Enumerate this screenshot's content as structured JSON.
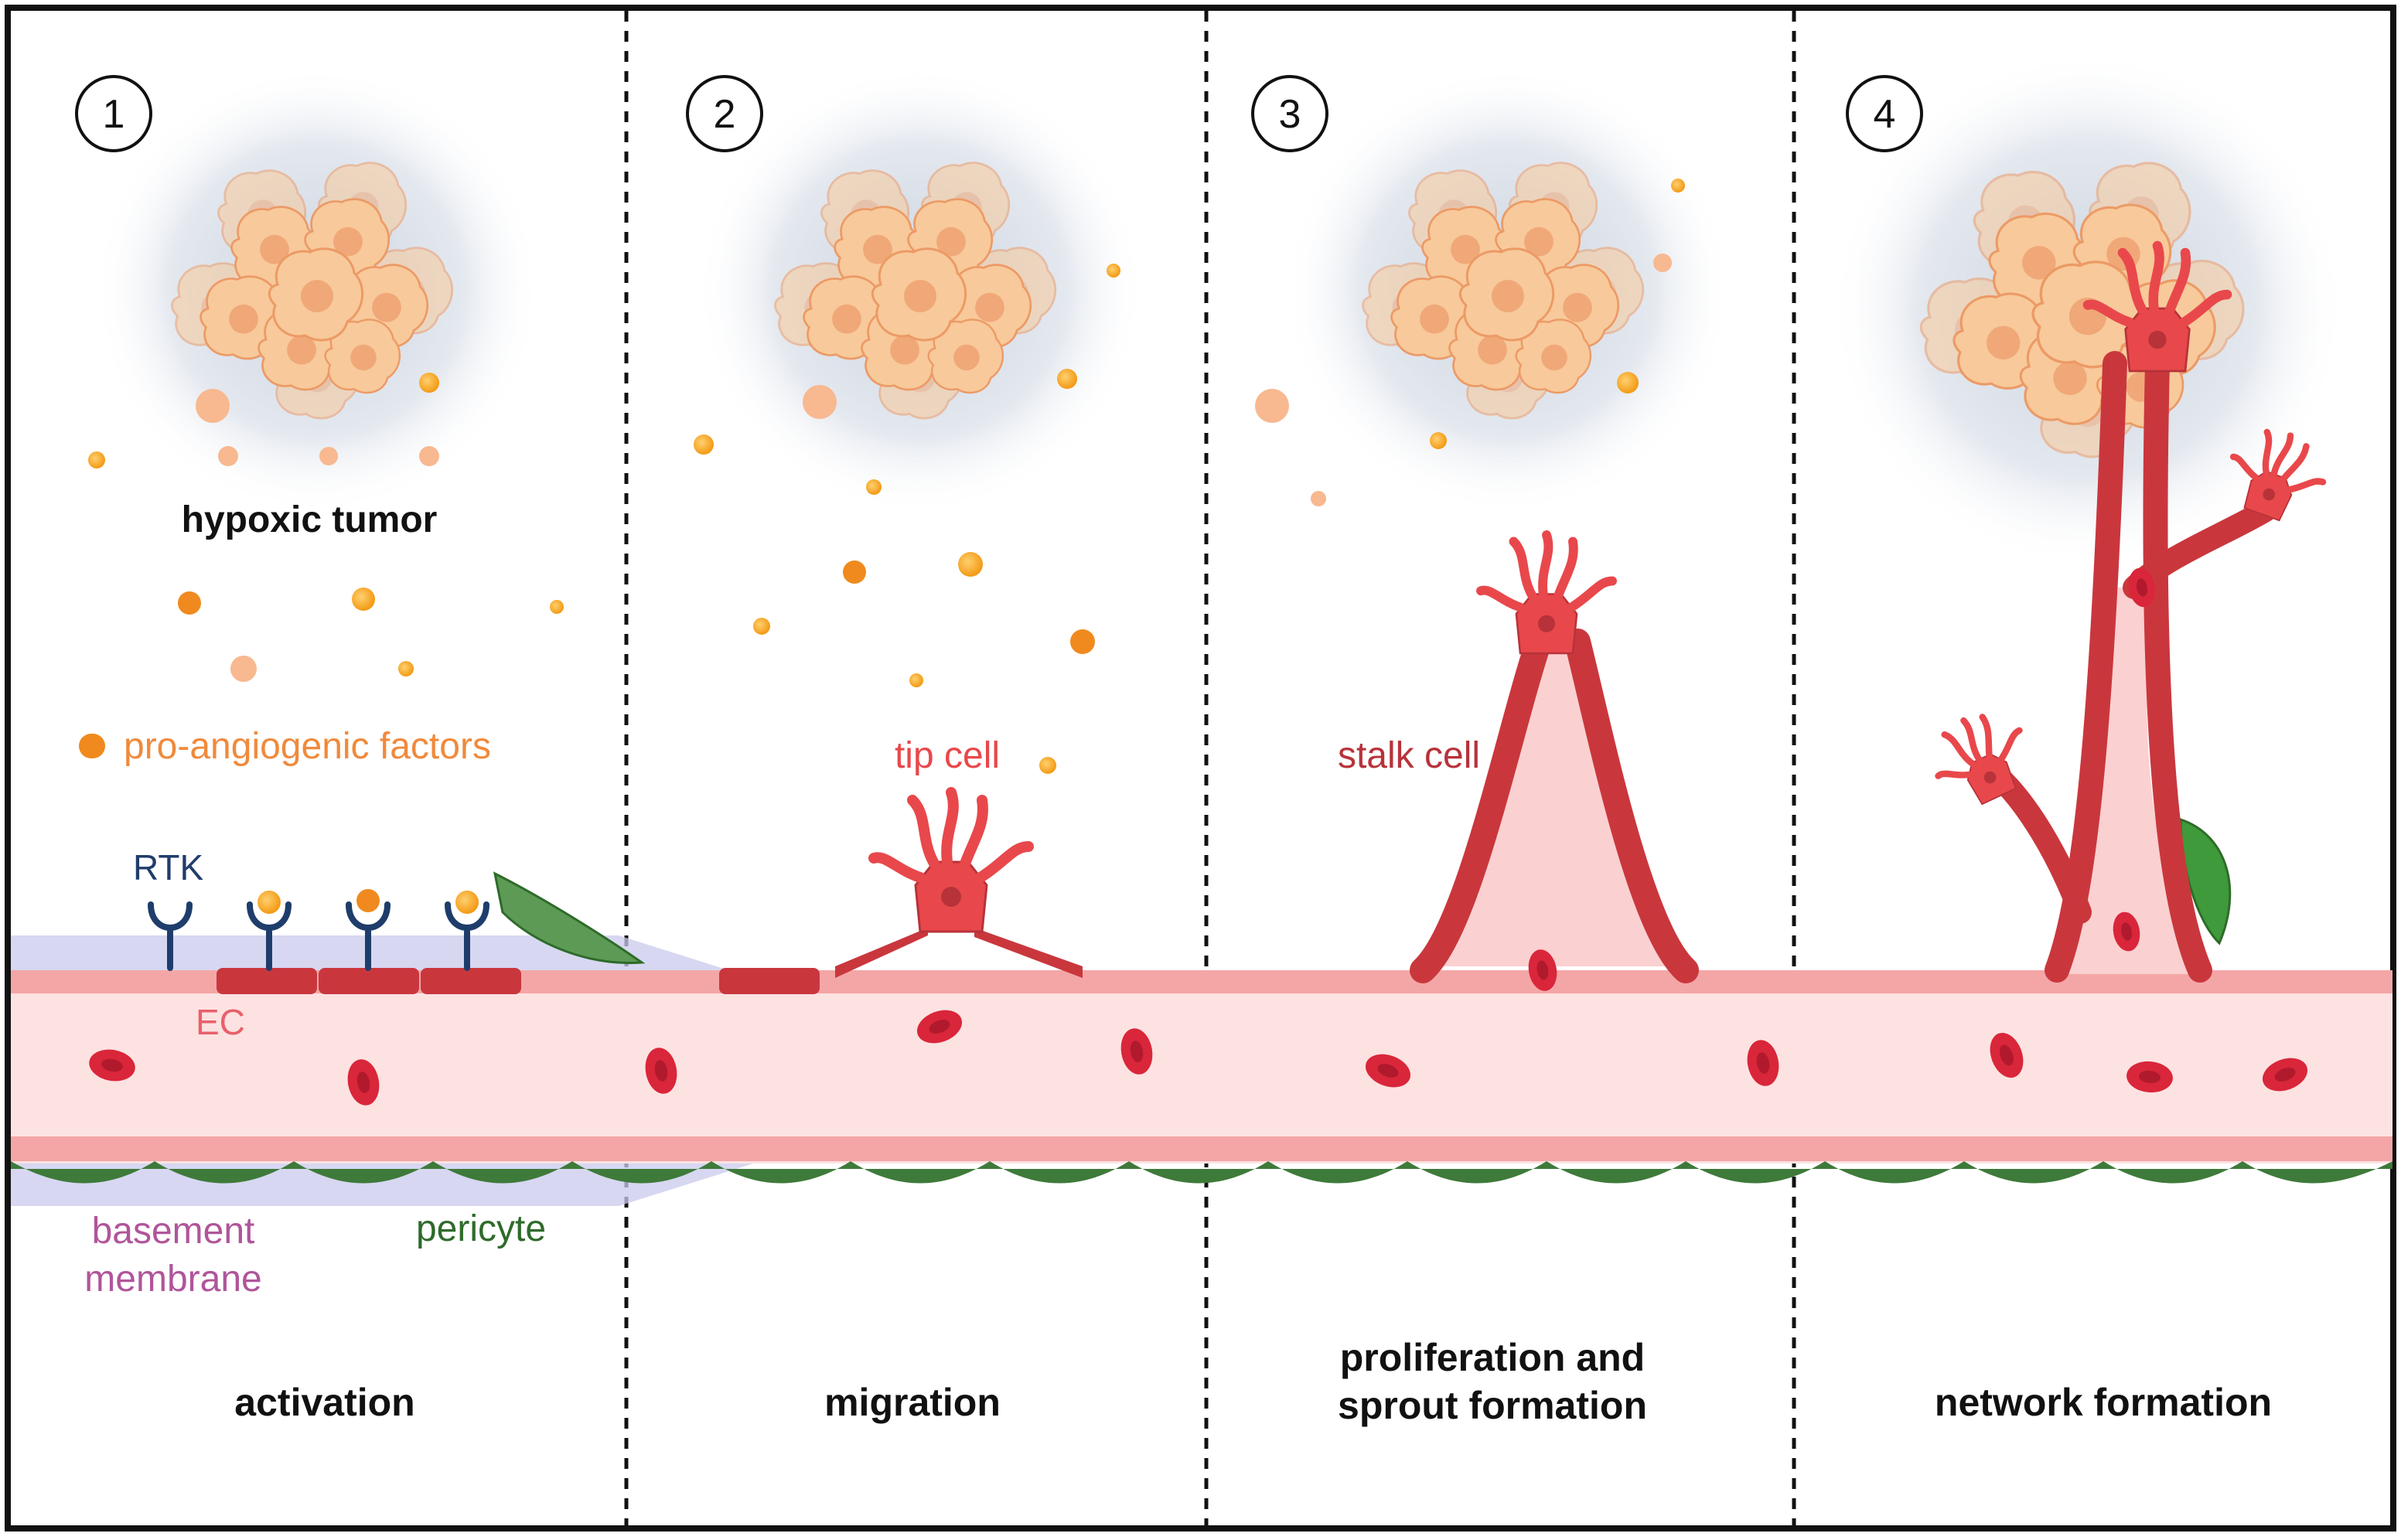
{
  "panels": [
    {
      "number": "1",
      "stage": "activation"
    },
    {
      "number": "2",
      "stage": "migration"
    },
    {
      "number": "3",
      "stage_lines": [
        "proliferation and",
        "sprout formation"
      ]
    },
    {
      "number": "4",
      "stage": "network formation"
    }
  ],
  "labels": {
    "hypoxic_tumor": "hypoxic tumor",
    "pro_angiogenic_factors": "pro-angiogenic factors",
    "rtk": "RTK",
    "ec": "EC",
    "basement_membrane": [
      "basement",
      "membrane"
    ],
    "pericyte": "pericyte",
    "tip_cell": "tip cell",
    "stalk_cell": "stalk cell"
  },
  "colors": {
    "frame": "#111111",
    "tumor_cell": "#f8c99a",
    "tumor_nucleus": "#f0a878",
    "tumor_halo": "#c7d0dc",
    "factor_orange": "#f4a21e",
    "factor_light": "#f8b890",
    "endothelium": "#f4a6a6",
    "lumen": "#fde2e2",
    "activated_ec": "#c9373d",
    "tip_cell": "#e8484b",
    "red_blood_cell": "#d9263a",
    "pericyte": "#3e7a3a",
    "basement_membrane": "#c9c9ec",
    "rtk_receptor": "#1f3d6b",
    "label_orange": "#f08a3c",
    "label_ec": "#e8606a",
    "label_tip": "#e8484b",
    "label_stalk": "#b8323a",
    "label_membrane": "#b0559a",
    "label_pericyte": "#2e6b2a",
    "label_rtk": "#1f3d6b"
  }
}
